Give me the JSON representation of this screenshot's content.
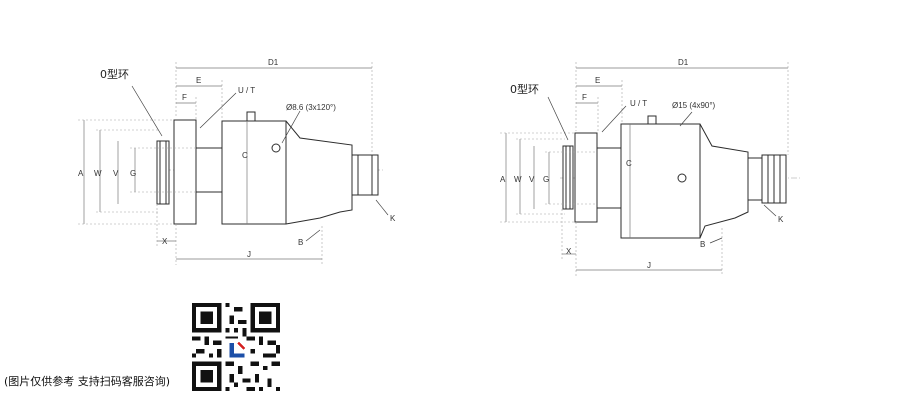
{
  "left_drawing": {
    "labels": {
      "oring": "0型环",
      "D1": "D1",
      "E": "E",
      "F": "F",
      "UT": "U / T",
      "port": "Ø8.6 (3x120°)",
      "A": "A",
      "W": "W",
      "V": "V",
      "G": "G",
      "C": "C",
      "X": "X",
      "B": "B",
      "J": "J",
      "K": "K"
    }
  },
  "right_drawing": {
    "labels": {
      "oring": "0型环",
      "D1": "D1",
      "E": "E",
      "F": "F",
      "UT": "U / T",
      "port": "Ø15 (4x90°)",
      "A": "A",
      "W": "W",
      "V": "V",
      "G": "G",
      "C": "C",
      "X": "X",
      "B": "B",
      "J": "J",
      "K": "K"
    }
  },
  "footer": {
    "note": "(图片仅供参考 支持扫码客服咨询)",
    "qr_icon": "qr-code-icon"
  }
}
